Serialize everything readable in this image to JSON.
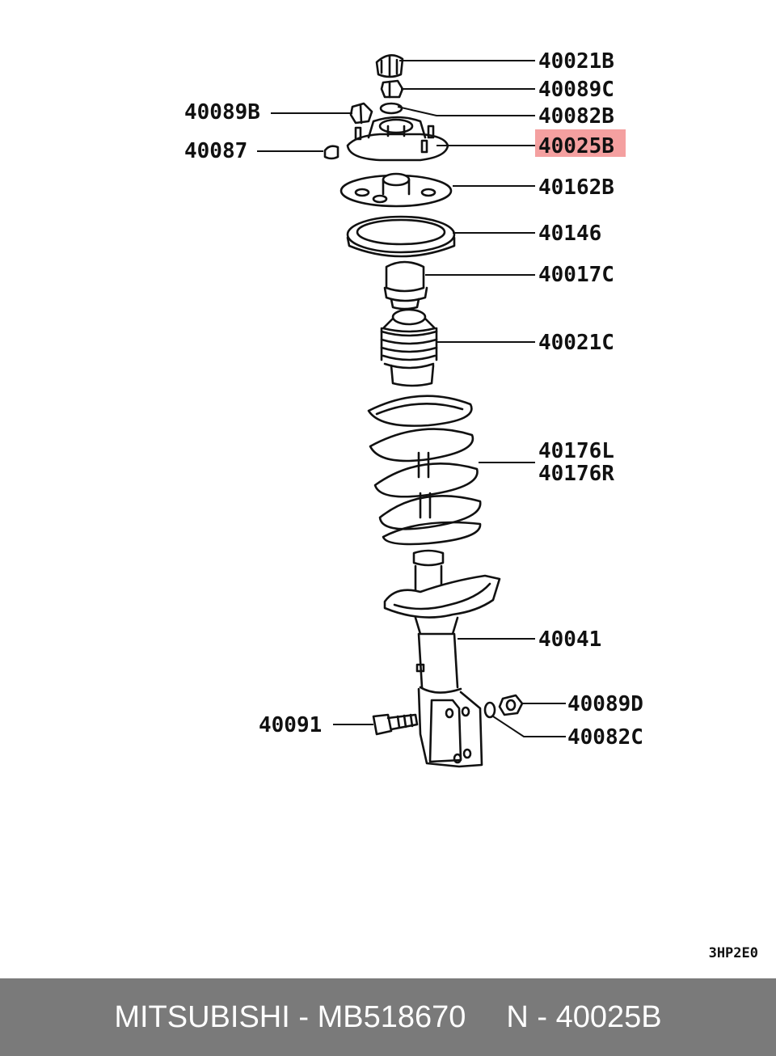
{
  "diagram": {
    "drawing_code": "3HP2E0",
    "highlight_color": "#f4a0a0",
    "highlighted_part": "40025B",
    "labels": [
      {
        "key": "p40021B",
        "text": "40021B"
      },
      {
        "key": "p40089C",
        "text": "40089C"
      },
      {
        "key": "p40089B",
        "text": "40089B"
      },
      {
        "key": "p40082B",
        "text": "40082B"
      },
      {
        "key": "p40087",
        "text": "40087"
      },
      {
        "key": "p40025B",
        "text": "40025B"
      },
      {
        "key": "p40162B",
        "text": "40162B"
      },
      {
        "key": "p40146",
        "text": "40146"
      },
      {
        "key": "p40017C",
        "text": "40017C"
      },
      {
        "key": "p40021C",
        "text": "40021C"
      },
      {
        "key": "p40176L",
        "text": "40176L"
      },
      {
        "key": "p40176R",
        "text": "40176R"
      },
      {
        "key": "p40041",
        "text": "40041"
      },
      {
        "key": "p40089D",
        "text": "40089D"
      },
      {
        "key": "p40091",
        "text": "40091"
      },
      {
        "key": "p40082C",
        "text": "40082C"
      }
    ]
  },
  "footer": {
    "brand": "MITSUBISHI",
    "part_number": "MB518670",
    "separator": "-",
    "ref_prefix": "N",
    "ref_number": "40025B"
  }
}
